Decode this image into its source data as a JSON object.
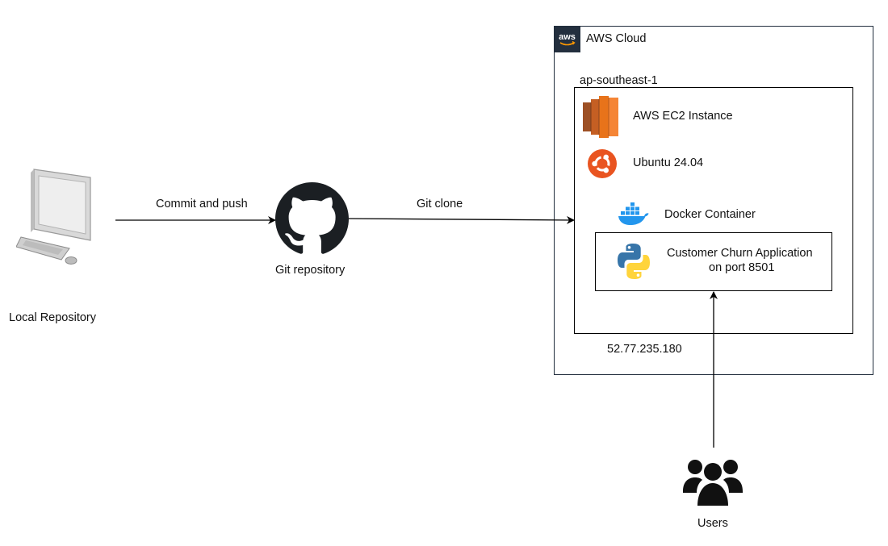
{
  "nodes": {
    "local_repository": "Local Repository",
    "git_repository": "Git repository",
    "aws_cloud": "AWS Cloud",
    "aws_logo_text": "aws",
    "region": "ap-southeast-1",
    "ec2": "AWS EC2 Instance",
    "ubuntu": "Ubuntu 24.04",
    "docker": "Docker Container",
    "app_line1": "Customer Churn Application",
    "app_line2": "on port 8501",
    "ip_address": "52.77.235.180",
    "users": "Users"
  },
  "edges": {
    "commit_push": "Commit and push",
    "git_clone": "Git clone"
  },
  "colors": {
    "aws_dark": "#232f3e",
    "ec2_orange": "#e8731a",
    "ubuntu_orange": "#e95420",
    "docker_blue": "#2396ed",
    "python_blue": "#3775a9",
    "python_yellow": "#ffd43b"
  }
}
